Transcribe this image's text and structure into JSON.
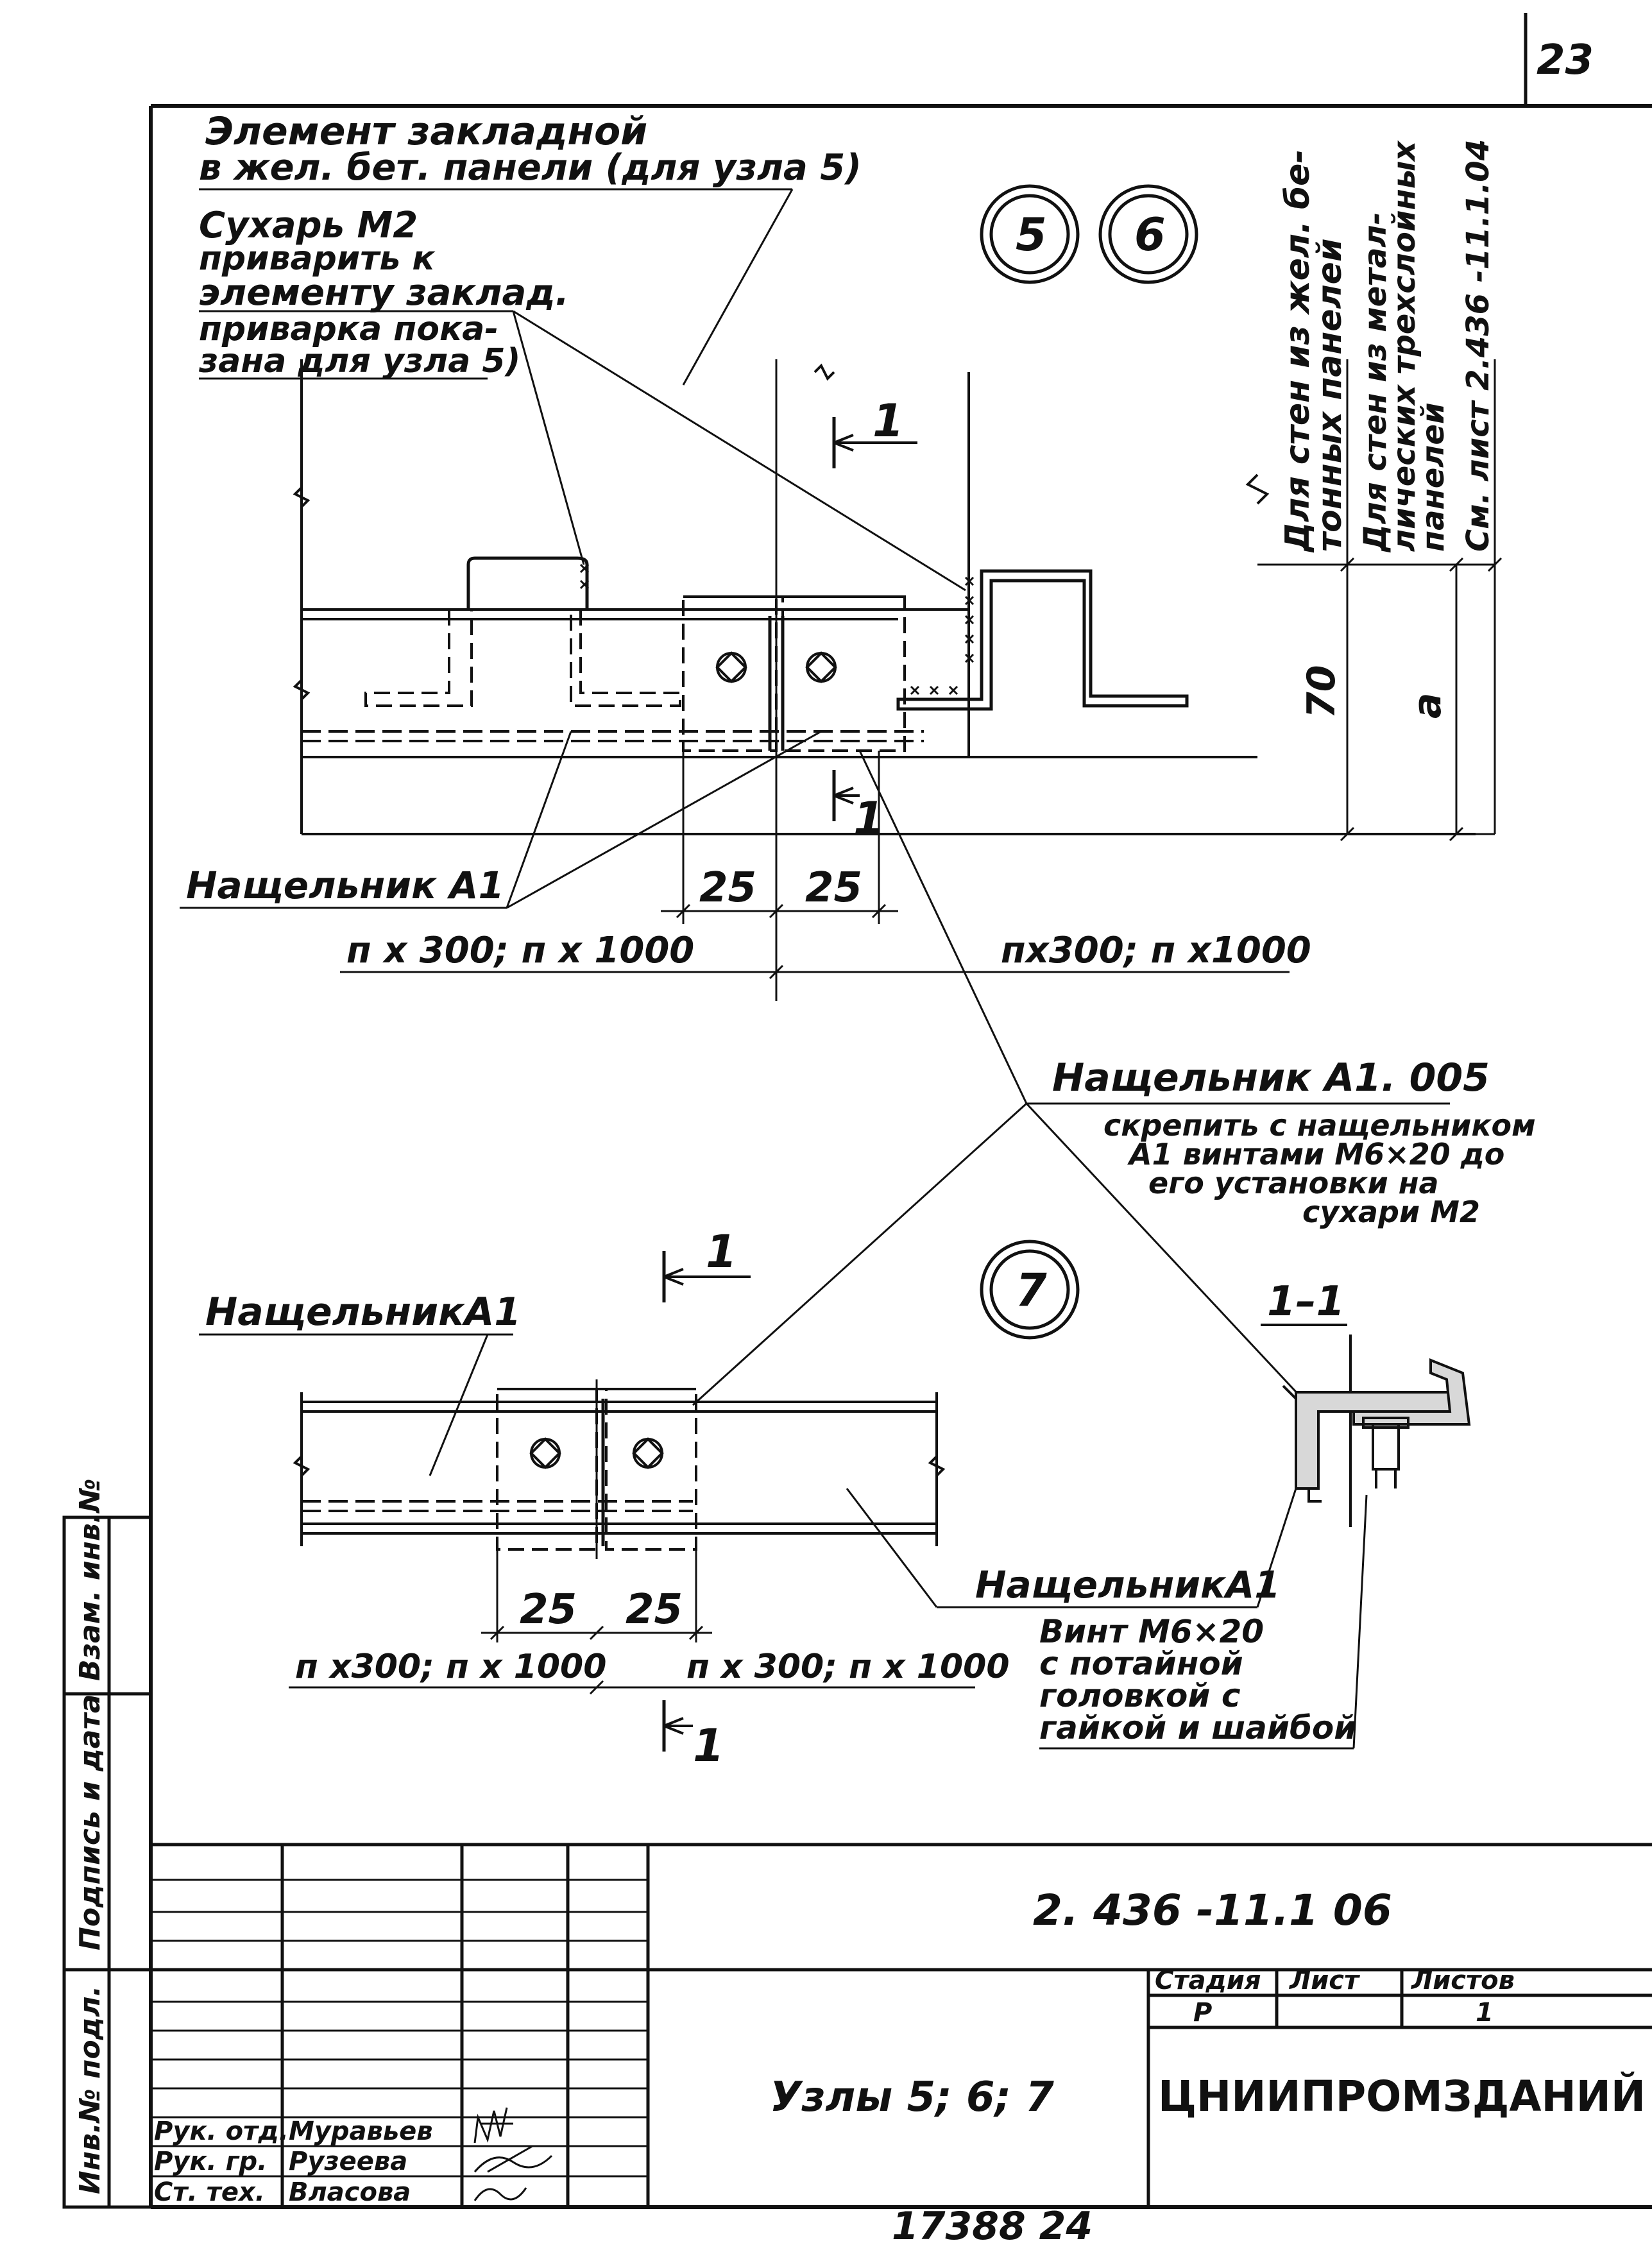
{
  "sheet_corner_number": "23",
  "callouts": {
    "embed_element_line1": "Элемент закладной",
    "embed_element_line2": "в жел. бет. панели (для узла 5)",
    "rusk_line1": "Сухарь М2",
    "rusk_line2": "приварить к",
    "rusk_line3": "элементу заклад.",
    "rusk_line4": "приварка пока-",
    "rusk_line5": "зана для узла 5)",
    "strip_a1_top": "Нащельник А1",
    "strip_a1005_title": "Нащельник А1. 005",
    "strip_a1005_line1": "скрепить с нащельником",
    "strip_a1005_line2": "А1 винтами М6×20 до",
    "strip_a1005_line3": "его установки на",
    "strip_a1005_line4": "сухари М2",
    "strip_a1_left": "НащельникА1",
    "strip_a1_right": "НащельникА1",
    "screw_line1": "Винт М6×20",
    "screw_line2": "с потайной",
    "screw_line3": "головкой с",
    "screw_line4": "гайкой и шайбой"
  },
  "node_labels": [
    "5",
    "6",
    "7"
  ],
  "section_mark": "1",
  "section_title": "1–1",
  "vertical_notes": {
    "note1_line1": "Для стен из жел. бе-",
    "note1_line2": "тонных панелей",
    "note2_line1": "Для стен из метал-",
    "note2_line2": "лических трехслойных",
    "note2_line3": "панелей",
    "note3": "См. лист 2.436 -11.1.04"
  },
  "dimensions": {
    "d25": "25",
    "d70": "70",
    "da": "a",
    "top_left_span": "п х 300; п х 1000",
    "top_right_span": "пх300; п х1000",
    "bottom_left_span": "п х300; п х 1000",
    "bottom_right_span": "п х 300; п х 1000"
  },
  "side_stamp": {
    "inv_orig": "Инв.№ подл.",
    "sign_date": "Подпись и дата",
    "replace_inv": "Взам. инв.№"
  },
  "title_block": {
    "doc_code": "2. 436 -11.1 06",
    "sheet_title": "Узлы 5; 6; 7",
    "stage_header": "Стадия",
    "sheet_header": "Лист",
    "sheets_header": "Листов",
    "stage_value": "Р",
    "sheets_value": "1",
    "organization": "ЦНИИПРОМЗДАНИЙ",
    "roles": [
      "Рук. отд.",
      "Рук. гр.",
      "Ст. тех."
    ],
    "names": [
      "Муравьев",
      "Рузеева",
      "Власова"
    ]
  },
  "bottom_number": "17388 24"
}
